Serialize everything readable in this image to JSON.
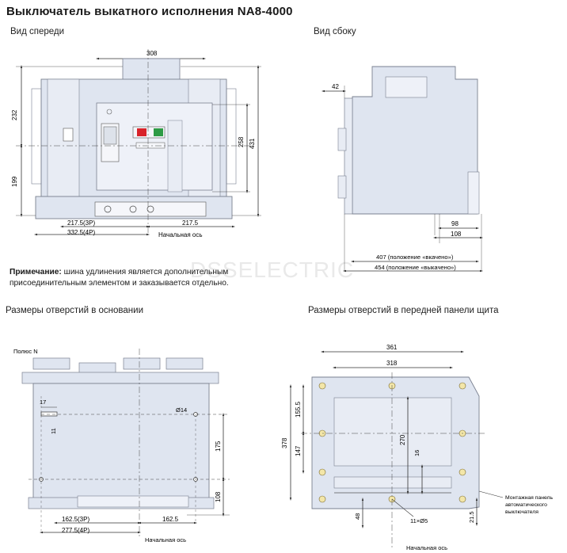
{
  "title": "Выключатель выкатного исполнения NA8-4000",
  "views": {
    "front": "Вид спереди",
    "side": "Вид сбоку"
  },
  "front_dims": {
    "d308": "308",
    "d232": "232",
    "d199": "199",
    "d258": "258",
    "d431": "431",
    "d217_5_3p": "217.5(3P)",
    "d332_5_4p": "332.5(4P)",
    "d217_5": "217.5",
    "origin": "Начальная ось"
  },
  "side_dims": {
    "d42": "42",
    "d98": "98",
    "d108": "108",
    "d407": "407 (положение «вкачено»)",
    "d454": "454 (положение «выкачено»)"
  },
  "note": {
    "bold": "Примечание:",
    "text": " шина удлинения является дополнительным присоединительным элементом и заказывается отдельно."
  },
  "watermark": "DSSELECTRIC",
  "base_holes": {
    "heading": "Размеры отверстий в основании",
    "pole": "Полюс N",
    "d17": "17",
    "d11": "11",
    "d14": "Ø14",
    "d175": "175",
    "d108": "108",
    "d162_5_3p": "162.5(3P)",
    "d277_5_4p": "277.5(4P)",
    "d162_5": "162.5",
    "origin": "Начальная ось"
  },
  "panel_holes": {
    "heading": "Размеры отверстий в передней панели щита",
    "d361": "361",
    "d318": "318",
    "d155_5": "155.5",
    "d378": "378",
    "d147": "147",
    "d270": "270",
    "d16": "16",
    "d48": "48",
    "d11x5": "11×Ø5",
    "d21_5": "21.5",
    "mount_note_1": "Монтажная панель",
    "mount_note_2": "автоматического",
    "mount_note_3": "выключателя",
    "origin": "Начальная ось"
  },
  "colors": {
    "drawing_fill": "#dfe5f0",
    "drawing_stroke": "#7a8090",
    "dim_line": "#333333",
    "red_button": "#d8232a",
    "green_button": "#2e9b45"
  }
}
